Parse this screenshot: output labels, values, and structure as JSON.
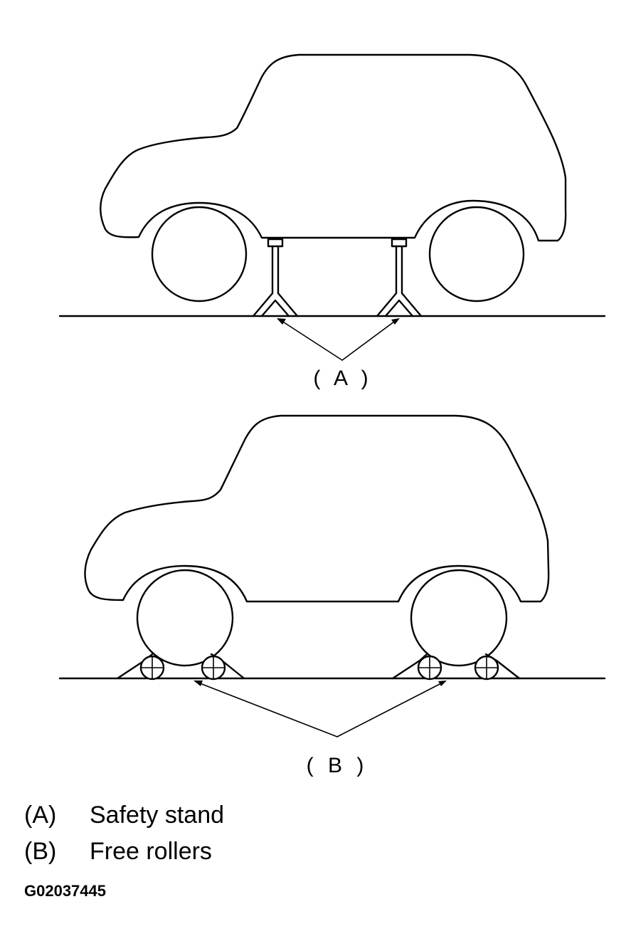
{
  "callouts": {
    "a": "( A )",
    "b": "( B )"
  },
  "legend": [
    {
      "key": "(A)",
      "text": "Safety stand"
    },
    {
      "key": "(B)",
      "text": "Free rollers"
    }
  ],
  "figure_id": "G02037445",
  "colors": {
    "ink": "#000000",
    "background": "#ffffff"
  }
}
